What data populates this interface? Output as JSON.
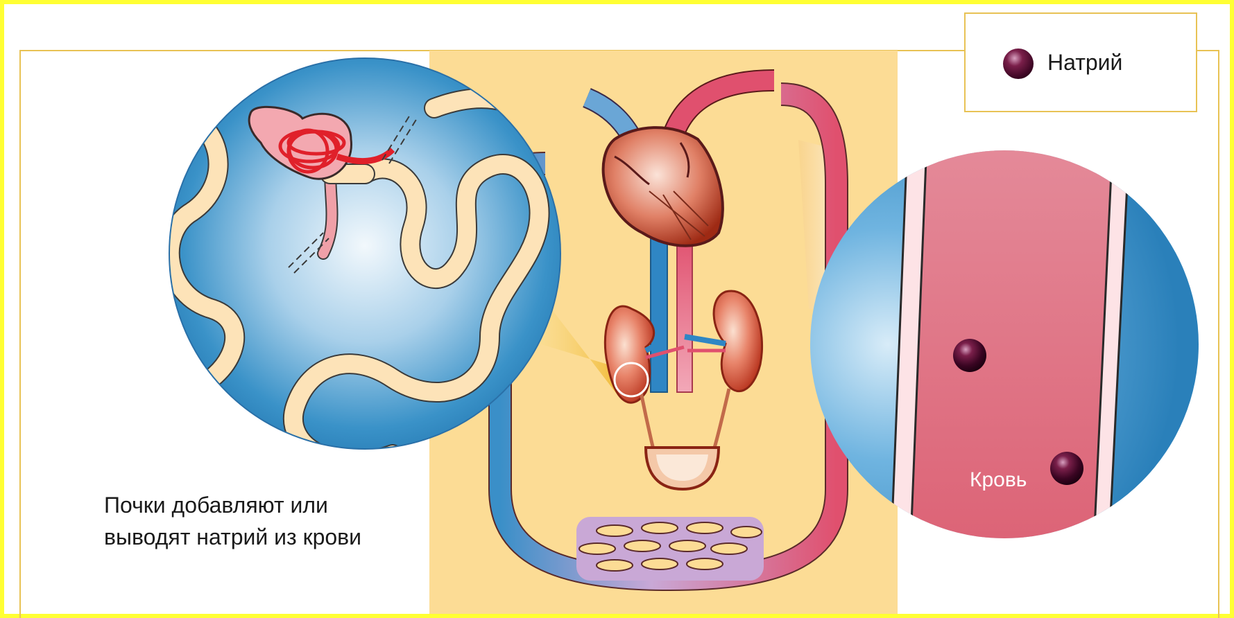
{
  "legend": {
    "sodium_label": "Натрий"
  },
  "caption": {
    "line1": "Почки добавляют или",
    "line2": "выводят натрий из крови"
  },
  "blood_vessel": {
    "label": "Кровь",
    "sodium_particles_shown": 2
  },
  "colors": {
    "page_border": "#ffff33",
    "frame_border": "#e8c254",
    "center_panel": "#fcdc95",
    "blood": "#e06a80",
    "vein": "#3a8fc8",
    "sodium": "#3a0522"
  }
}
